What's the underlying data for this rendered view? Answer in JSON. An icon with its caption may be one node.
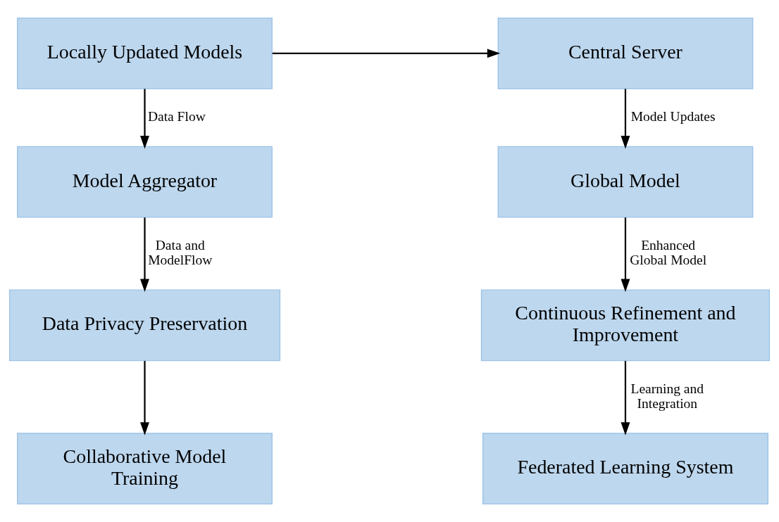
{
  "diagram": {
    "nodes": [
      {
        "text": [
          "Locally Updated Models"
        ]
      },
      {
        "text": [
          "Central Server"
        ]
      },
      {
        "text": [
          "Model Aggregator"
        ]
      },
      {
        "text": [
          "Global Model"
        ]
      },
      {
        "text": [
          "Data Privacy Preservation"
        ]
      },
      {
        "text": [
          "Continuous Refinement and Improvement"
        ]
      },
      {
        "text": [
          "Collaborative Model Training"
        ]
      },
      {
        "text": [
          "Federated Learning System"
        ]
      }
    ],
    "edges": [
      {
        "from": 0,
        "to": 1,
        "arrow": "to"
      },
      {
        "from": 0,
        "to": 2,
        "arrow": "to",
        "label": "Data Flow"
      },
      {
        "from": 2,
        "to": 4,
        "arrow": "to",
        "label": "Data and ModelFlow"
      },
      {
        "from": 4,
        "to": 6,
        "arrow": "to"
      },
      {
        "from": 1,
        "to": 3,
        "arrow": "to",
        "label": "Model Updates"
      },
      {
        "from": 3,
        "to": 5,
        "arrow": "to",
        "label": "Enhanced Global Model"
      },
      {
        "from": 5,
        "to": 7,
        "arrow": "to",
        "label": "Learning and Integration"
      }
    ]
  }
}
